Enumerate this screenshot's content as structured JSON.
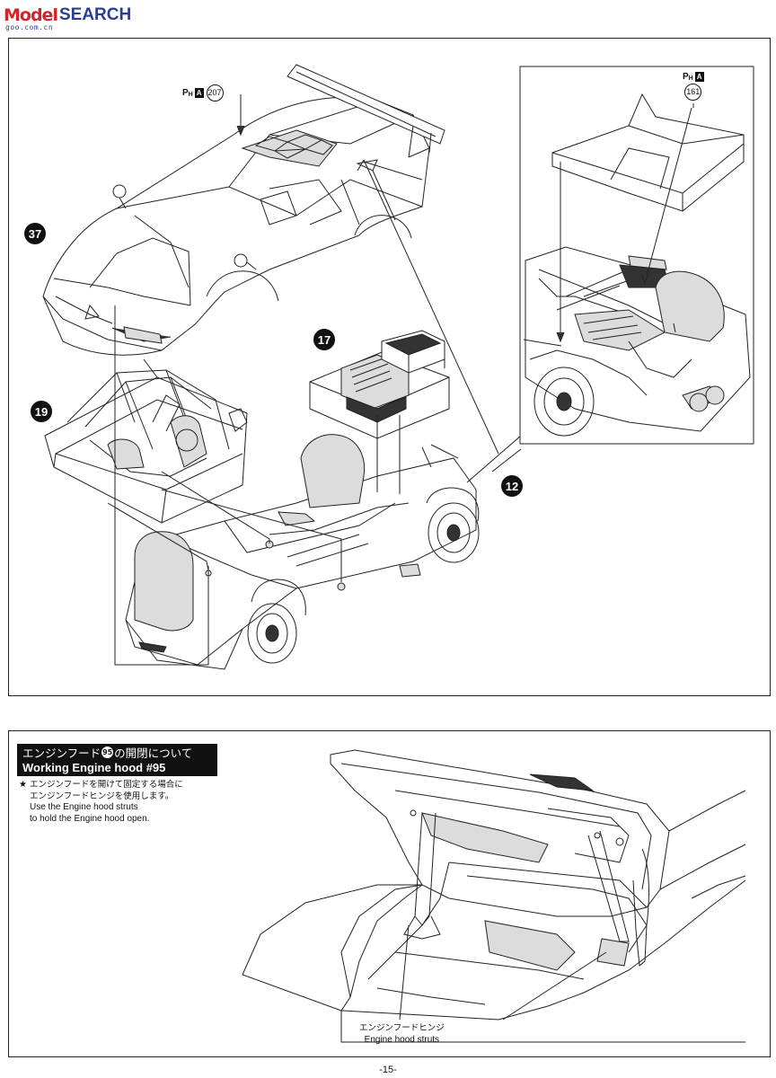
{
  "watermark": {
    "logo": "Model",
    "text": "SEARCH",
    "sub": "goo.com.cn"
  },
  "top_panel": {
    "callouts": [
      {
        "id": "37",
        "label": "37"
      },
      {
        "id": "19",
        "label": "19"
      },
      {
        "id": "17",
        "label": "17"
      },
      {
        "id": "12",
        "label": "12"
      }
    ],
    "part_refs": [
      {
        "prefix": "P",
        "sub": "H",
        "box": "A",
        "num": "207"
      },
      {
        "prefix": "P",
        "sub": "H",
        "box": "A",
        "num": "161"
      }
    ]
  },
  "hood_section": {
    "title_jp_before": "エンジンフード",
    "title_part": "95",
    "title_jp_after": "の開閉について",
    "title_en": "Working Engine hood #95",
    "star": "★",
    "note_jp_1": "エンジンフードを開けて固定する場合に",
    "note_jp_2": "エンジンフードヒンジを使用します。",
    "note_en_1": "Use the Engine hood struts",
    "note_en_2": "to hold the Engine hood open.",
    "strut_label_jp": "エンジンフードヒンジ",
    "strut_label_en": "Engine hood struts"
  },
  "page_number": "-15-"
}
